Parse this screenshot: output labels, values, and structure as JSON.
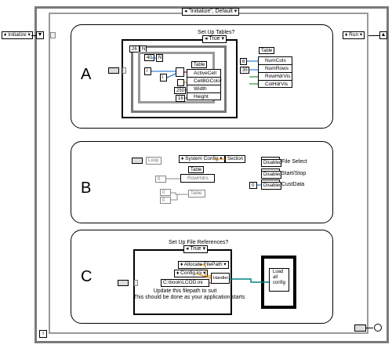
{
  "outer_loop": {
    "shift_left_enum": "Initialize",
    "shift_right_enum": "Run",
    "case_selector": "\"Initialize\", Default",
    "iteration_icon": "i"
  },
  "section_a": {
    "letter": "A",
    "case_title": "Set Up Tables?",
    "case_selector": "True",
    "loop_count_label": "N",
    "row_count": "40",
    "row_count_label": "N",
    "iteration_label": "i",
    "table_node_label": "Table",
    "table_props": [
      "ActiveCell",
      "CellBGColor",
      "Width",
      "Height"
    ],
    "width_value": "250",
    "height_value": "16",
    "ref_label": "Table",
    "ref_props": [
      "NumCols",
      "NumRows",
      "RowHdrVis",
      "ColHdrVis"
    ],
    "numcols_value": "6",
    "numrows_value": "35"
  },
  "section_b": {
    "letter": "B",
    "loop_label": "Loop",
    "section_enum": "System Config",
    "section_label": "Section",
    "table_label": "Table",
    "row_hdr_prop": "RowHdrs",
    "zero_a": "0",
    "zero_b": "0",
    "zero_c": "0",
    "table_ctrl": "Table",
    "disabled_1": "Disabled",
    "disabled_1_label": "File Select",
    "disabled_2": "Disabled",
    "disabled_2_label": "Start/Stop",
    "disabled_3": "Disabled",
    "disabled_3_label": "CustData",
    "zero_d": "0"
  },
  "section_c": {
    "letter": "C",
    "case_title": "Set Up File References?",
    "case_selector": "True",
    "allocate_enum": "Allocate FilePath",
    "config_enum": "Config.ini",
    "path_value": "C:\\book\\LCOD.ini",
    "handler_label": "Handler",
    "note_line1": "Update this filepath to suit",
    "note_line2": "This should be done as your application starts",
    "load_text": "Load all config"
  },
  "colors": {
    "wire_orange": "#cc7a00",
    "wire_pink": "#d06090",
    "frame_gray": "#7a7a7a"
  }
}
